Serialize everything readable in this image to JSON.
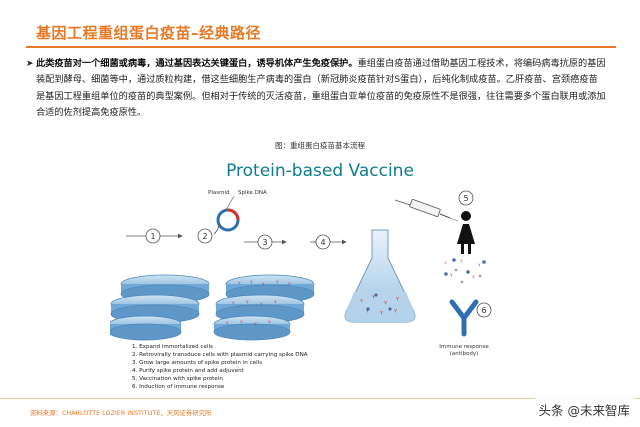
{
  "slide": {
    "title": "基因工程重组蛋白疫苗–经典路径"
  },
  "body": {
    "bullet": "➤",
    "bold_text": "此类疫苗对一个细菌或病毒，通过基因表达关键蛋白，诱导机体产生免疫保护。",
    "text": "重组蛋白疫苗通过借助基因工程技术，将编码病毒抗原的基因装配到酵母、细菌等中，通过质粒构建，借这些细胞生产病毒的蛋白（新冠肺炎疫苗针对S蛋白），后纯化制成疫苗。乙肝疫苗、宫颈癌疫苗是基因工程重组单位的疫苗的典型案例。但相对于传统的灭活疫苗，重组蛋白亚单位疫苗的免疫原性不是很强，往往需要多个蛋白联用或添加合适的佐剂提高免疫原性。"
  },
  "figure": {
    "caption": "图：重组蛋白疫苗基本流程",
    "title": "Protein-based Vaccine",
    "plasmid_label": "Plasmid",
    "spike_label": "Spike DNA",
    "steps": [
      "1",
      "2",
      "3",
      "4",
      "5",
      "6"
    ],
    "immune_label_line1": "Immune response",
    "immune_label_line2": "(antibody)",
    "legend": [
      "1.  Expand immortalized cells",
      "2.  Retrovirally transduce cells with plasmid carrying spike DNA",
      "3.  Grow large amounts of spike protein in cells",
      "4.  Purify spike protein and add adjuvent",
      "5.  Vaccination with spike protein",
      "6.  Induction of immune response"
    ]
  },
  "footer": {
    "source": "资料来源：CHARLOTTE LOZIER INSTITUTE，天风证券研究所",
    "watermark": "头条 @未来智库"
  },
  "colors": {
    "accent": "#E87A27",
    "teal": "#0E7C8C",
    "dish_blue": "#6FA8D6",
    "protein_red": "#C0392B"
  }
}
